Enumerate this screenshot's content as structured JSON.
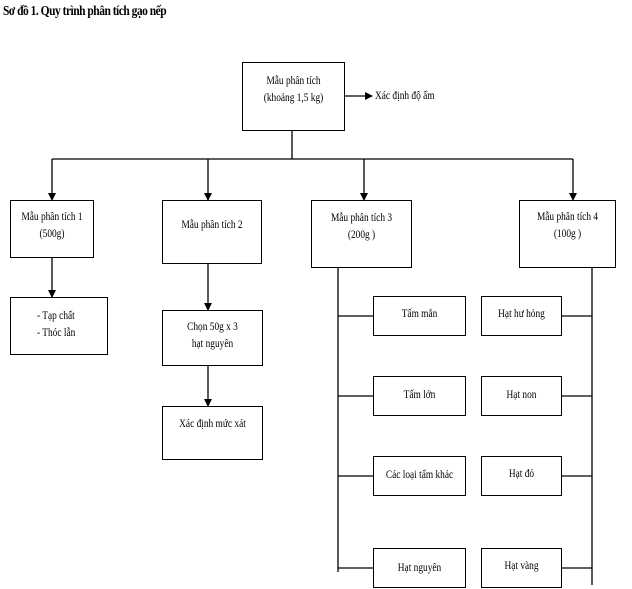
{
  "title": "Sơ đồ 1. Quy trình phân tích gạo nếp",
  "root": {
    "line1": "Mẫu phân tích",
    "line2": "(khoảng 1,5 kg)"
  },
  "moisture_label": "Xác định độ ẩm",
  "samples": [
    {
      "line1": "Mẫu phân tích 1",
      "line2": "(500g)"
    },
    {
      "line1": "Mẫu phân tích 2",
      "line2": ""
    },
    {
      "line1": "Mẫu phân tích 3",
      "line2": "(200g )"
    },
    {
      "line1": "Mẫu phân tích 4",
      "line2": "(100g )"
    }
  ],
  "sample1_child": {
    "line1": "- Tạp chất",
    "line2": "- Thóc lẫn"
  },
  "sample2_children": [
    {
      "line1": "Chọn 50g x 3",
      "line2": "hạt nguyên"
    },
    {
      "line1": "Xác định mức xát",
      "line2": ""
    }
  ],
  "sample3_children": [
    "Tấm mẳn",
    "Tấm lớn",
    "Các loại tấm khác",
    "Hạt nguyên"
  ],
  "sample4_children": [
    "Hạt hư hỏng",
    "Hạt non",
    "Hạt đỏ",
    "Hạt vàng"
  ]
}
